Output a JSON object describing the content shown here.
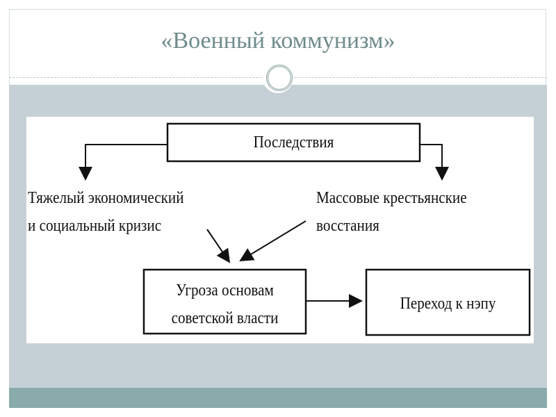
{
  "title": "«Военный коммунизм»",
  "diagram": {
    "root": "Последствия",
    "left_cause": [
      "Тяжелый экономический",
      "и социальный кризис"
    ],
    "right_cause": [
      "Массовые крестьянские",
      "восстания"
    ],
    "threat": [
      "Угроза основам",
      "советской власти"
    ],
    "result": "Переход к нэпу"
  }
}
